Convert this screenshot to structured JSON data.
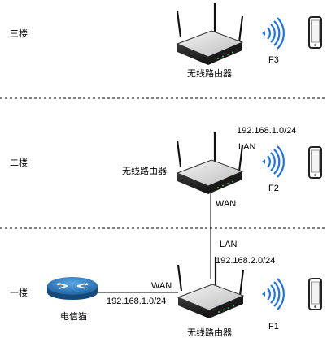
{
  "floors": {
    "third": "三楼",
    "second": "二楼",
    "first": "一楼"
  },
  "routers": {
    "third": {
      "label": "无线路由器",
      "wifi": "F3"
    },
    "second": {
      "label": "无线路由器",
      "wifi": "F2",
      "lan_label": "LAN",
      "lan_subnet": "192.168.1.0/24",
      "wan_label": "WAN"
    },
    "first": {
      "label": "无线路由器",
      "wifi": "F1",
      "lan_label": "LAN",
      "lan_subnet": "192.168.2.0/24",
      "wan_label": "WAN",
      "wan_subnet": "192.168.1.0/24"
    }
  },
  "modem": {
    "label": "电信猫"
  },
  "icons": [
    "router-icon",
    "modem-icon",
    "wifi-icon",
    "phone-icon"
  ],
  "colors": {
    "wifi": "#1a73e8",
    "modem": "#1f6fb8",
    "line": "#000000",
    "router": "#2b2b2b"
  }
}
